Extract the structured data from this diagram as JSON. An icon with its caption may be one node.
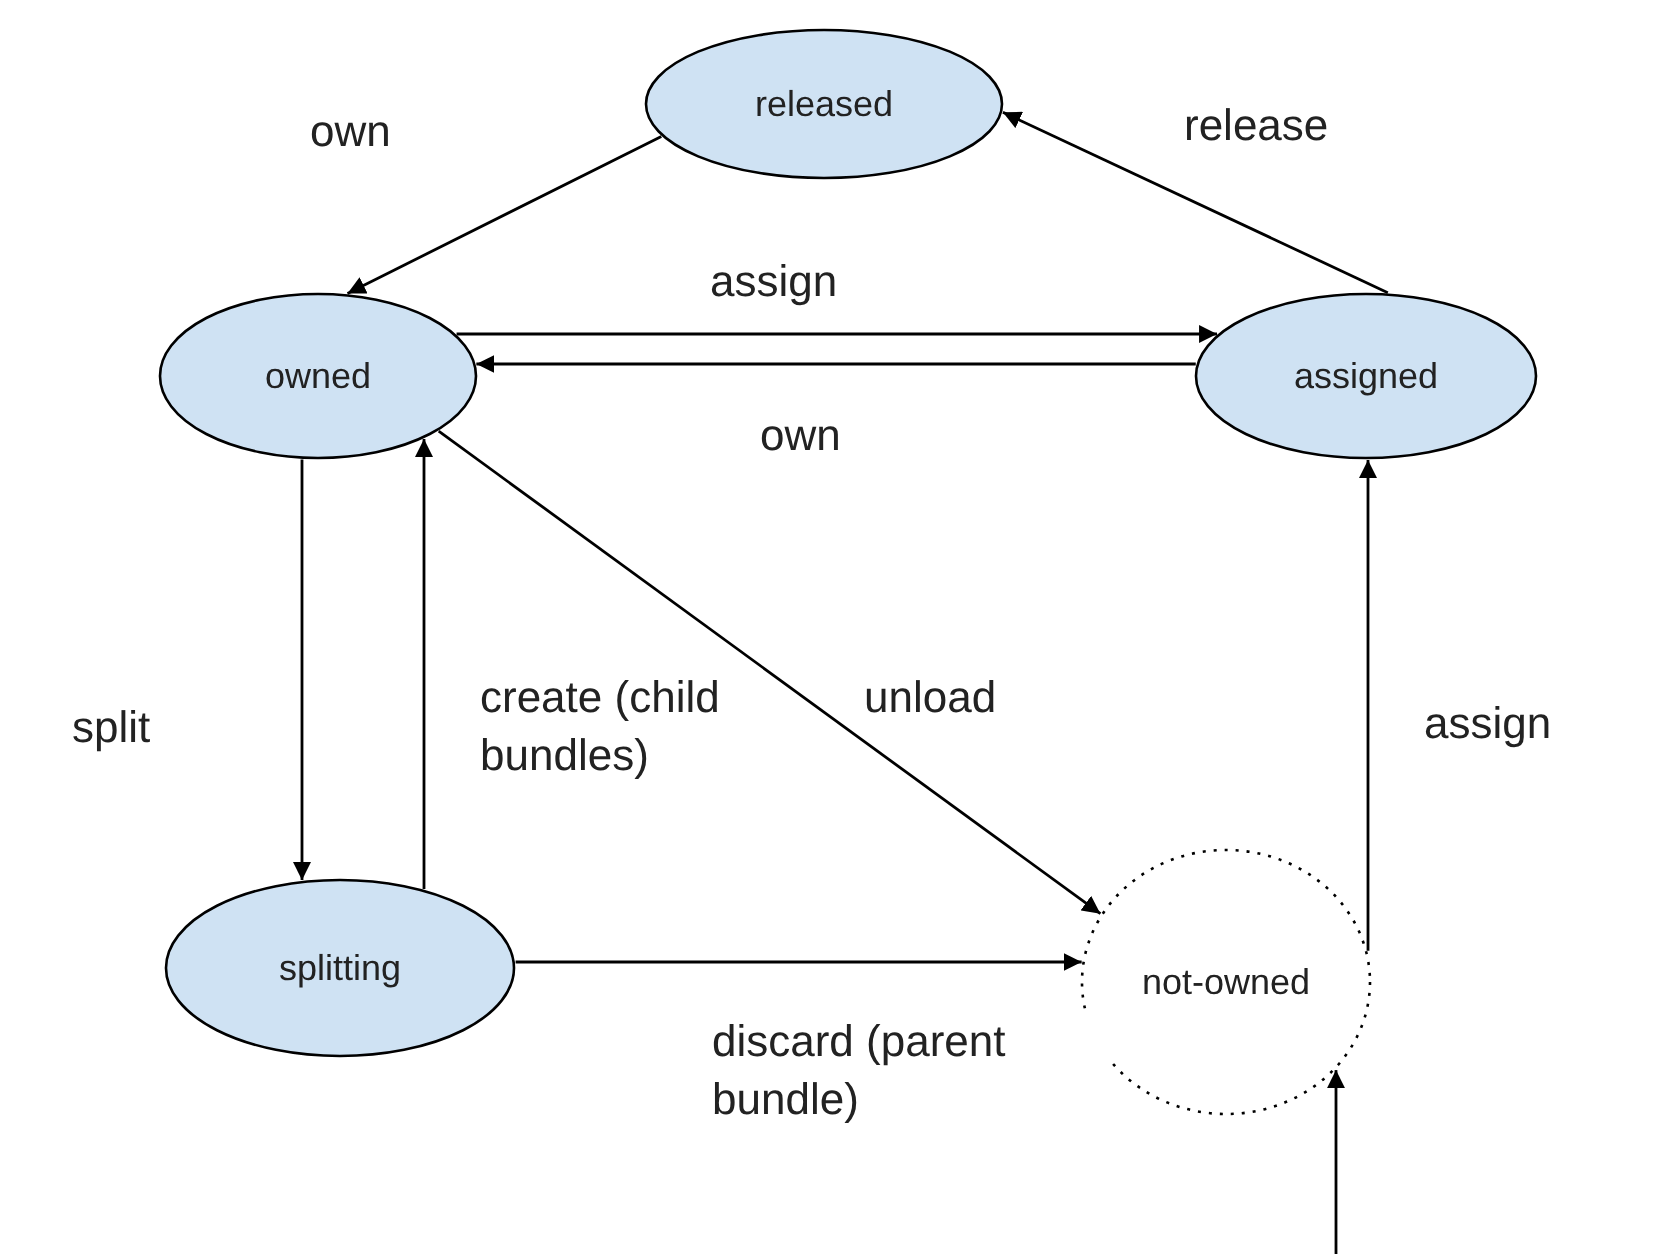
{
  "diagram": {
    "nodes": [
      {
        "text": [
          "released"
        ]
      },
      {
        "text": [
          "owned"
        ]
      },
      {
        "text": [
          "assigned"
        ]
      },
      {
        "text": [
          "splitting"
        ]
      },
      {
        "text": [
          "not-owned"
        ]
      }
    ],
    "edges": [
      {
        "from": 0,
        "to": 1,
        "arrow": "to",
        "label": "own"
      },
      {
        "from": 1,
        "to": 2,
        "arrow": "to",
        "label": "assign"
      },
      {
        "from": 2,
        "to": 1,
        "arrow": "to",
        "label": "own"
      },
      {
        "from": 2,
        "to": 0,
        "arrow": "to",
        "label": "release"
      },
      {
        "from": 1,
        "to": 3,
        "arrow": "to",
        "label": "split"
      },
      {
        "from": 3,
        "to": 1,
        "arrow": "to",
        "label": "create (child bundles)"
      },
      {
        "from": 1,
        "to": 4,
        "arrow": "to",
        "label": "unload"
      },
      {
        "from": 3,
        "to": 4,
        "arrow": "to",
        "label": "discard (parent bundle)"
      },
      {
        "from": 4,
        "to": 2,
        "arrow": "to",
        "label": "assign"
      },
      {
        "from": null,
        "to": 4,
        "arrow": "to"
      }
    ]
  }
}
